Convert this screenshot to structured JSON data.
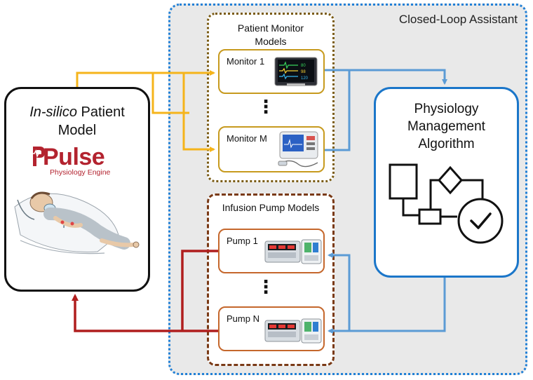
{
  "closed_loop": {
    "title": "Closed-Loop Assistant"
  },
  "monitor_group": {
    "title_line1": "Patient Monitor",
    "title_line2": "Models",
    "monitors": [
      "Monitor 1",
      "Monitor M"
    ]
  },
  "pump_group": {
    "title": "Infusion Pump Models",
    "pumps": [
      "Pump 1",
      "Pump N"
    ]
  },
  "patient": {
    "title_italic": "In-silico",
    "title_rest": " Patient",
    "title_line2": "Model",
    "logo_word": "Pulse",
    "logo_sub": "Physiology Engine"
  },
  "algorithm": {
    "title_line1": "Physiology",
    "title_line2": "Management",
    "title_line3": "Algorithm"
  },
  "colors": {
    "patient_to_monitor": "#f5b41b",
    "monitor_to_algo": "#5b9bd5",
    "pump_to_patient": "#b01e1e",
    "cla_border": "#1f7fd6",
    "pulse_brand": "#b3232f"
  },
  "icons": [
    "patient-illustration-icon",
    "monitor-device-icon",
    "infusion-pump-icon",
    "flowchart-icon",
    "checkmark-icon"
  ]
}
